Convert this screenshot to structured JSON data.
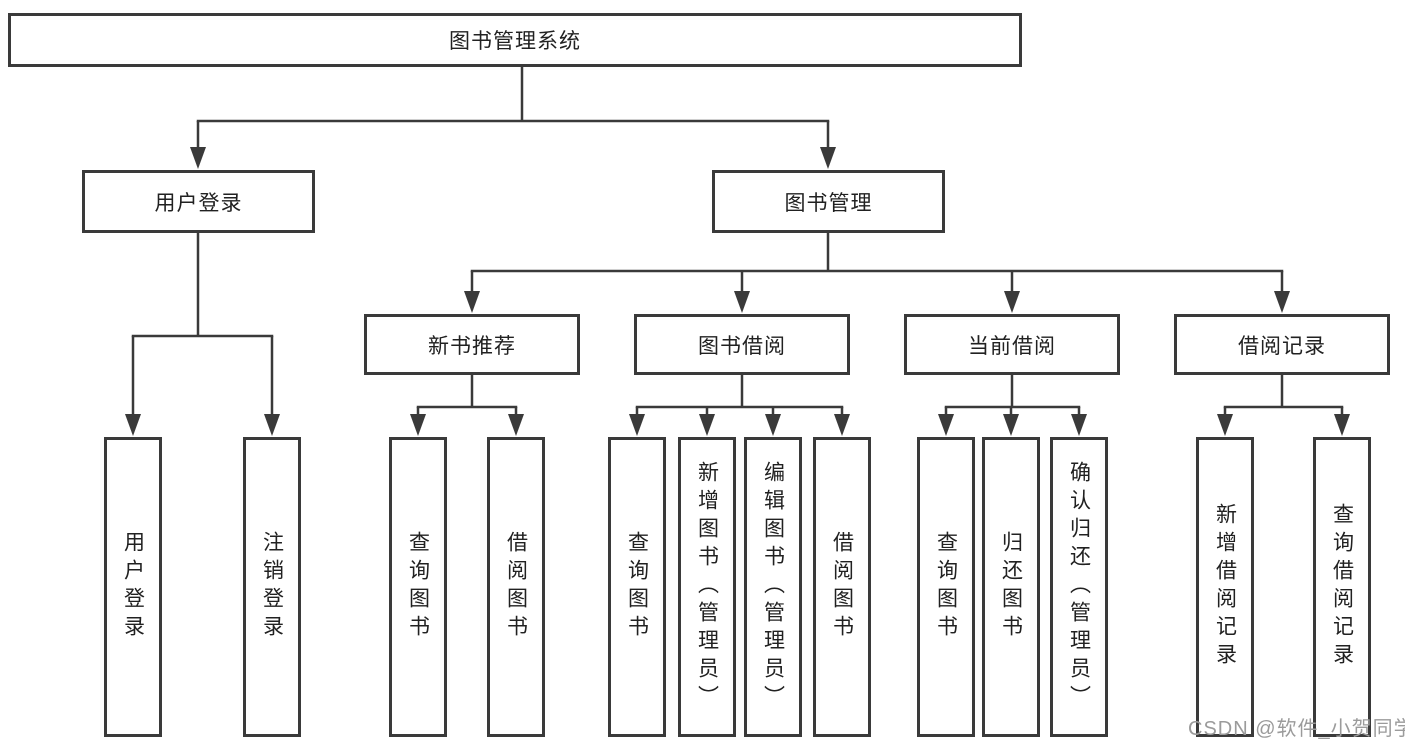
{
  "nodes": {
    "root": {
      "label": "图书管理系统"
    },
    "user_login": {
      "label": "用户登录"
    },
    "book_mgmt": {
      "label": "图书管理"
    },
    "new_book_rec": {
      "label": "新书推荐"
    },
    "book_borrow": {
      "label": "图书借阅"
    },
    "current_borrow": {
      "label": "当前借阅"
    },
    "borrow_record": {
      "label": "借阅记录"
    },
    "leaf_user_login": {
      "label": "用户登录"
    },
    "leaf_logout": {
      "label": "注销登录"
    },
    "leaf_query_book_rec": {
      "label": "查询图书"
    },
    "leaf_borrow_book_rec": {
      "label": "借阅图书"
    },
    "leaf_query_book_borrow": {
      "label": "查询图书"
    },
    "leaf_add_book": {
      "label": "新增图书（管理员）"
    },
    "leaf_edit_book": {
      "label": "编辑图书（管理员）"
    },
    "leaf_borrow_book": {
      "label": "借阅图书"
    },
    "leaf_query_book_current": {
      "label": "查询图书"
    },
    "leaf_return_book": {
      "label": "归还图书"
    },
    "leaf_confirm_return": {
      "label": "确认归还（管理员）"
    },
    "leaf_add_borrow_record": {
      "label": "新增借阅记录"
    },
    "leaf_query_borrow_record": {
      "label": "查询借阅记录"
    }
  },
  "watermark": {
    "text": "CSDN @软件_小贺同学"
  },
  "colors": {
    "line": "#3a3a3a",
    "box_border": "#3a3a3a",
    "box_fill": "#ffffff",
    "text": "#212121",
    "watermark": "#9b9b9b",
    "background": "#ffffff"
  }
}
